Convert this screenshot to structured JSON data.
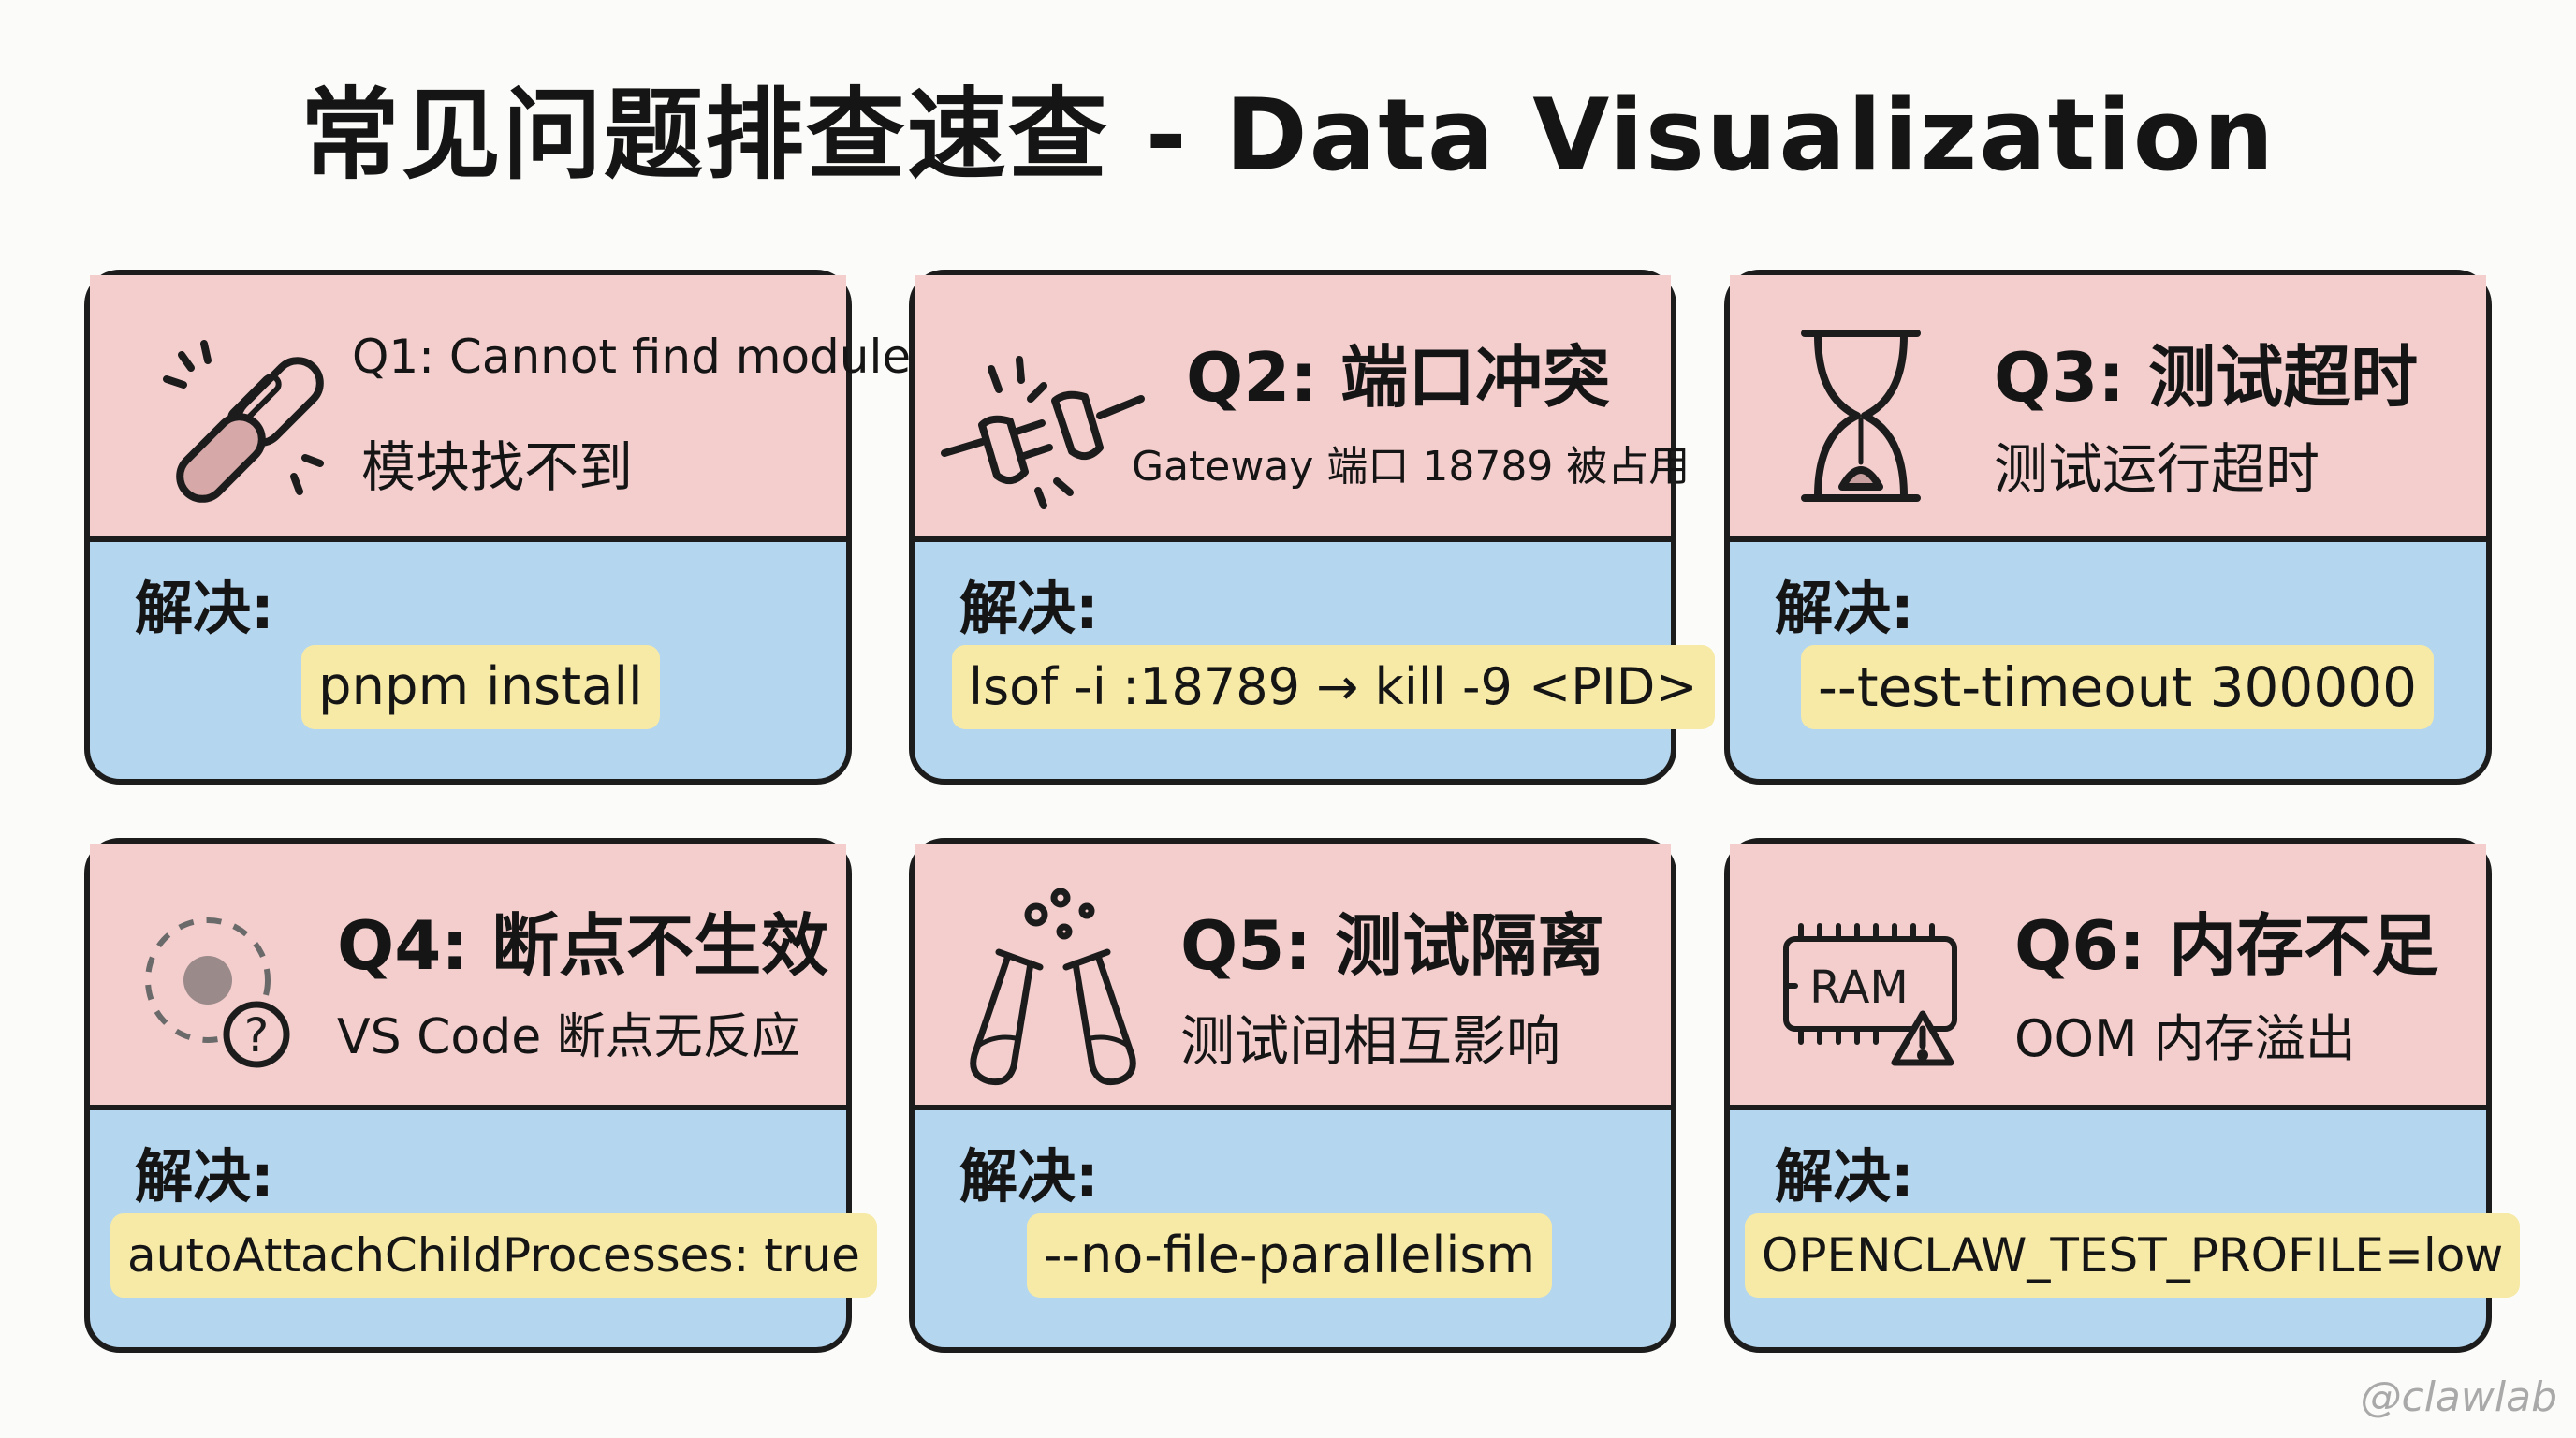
{
  "title": "常见问题排查速查 - Data Visualization",
  "solve_label": "解决:",
  "watermark": "@clawlab",
  "cards": [
    {
      "title": "Q1: Cannot find module",
      "subtitle": "模块找不到",
      "command": "pnpm install",
      "icon": "broken-link-icon"
    },
    {
      "title": "Q2: 端口冲突",
      "subtitle": "Gateway 端口 18789 被占用",
      "command": "lsof -i :18789 → kill -9 <PID>",
      "icon": "unplugged-plug-icon"
    },
    {
      "title": "Q3: 测试超时",
      "subtitle": "测试运行超时",
      "command": "--test-timeout 300000",
      "icon": "hourglass-icon"
    },
    {
      "title": "Q4: 断点不生效",
      "subtitle": "VS Code 断点无反应",
      "command": "autoAttachChildProcesses: true",
      "icon": "breakpoint-question-icon"
    },
    {
      "title": "Q5: 测试隔离",
      "subtitle": "测试间相互影响",
      "command": "--no-file-parallelism",
      "icon": "test-tubes-icon"
    },
    {
      "title": "Q6: 内存不足",
      "subtitle": "OOM 内存溢出",
      "command": "OPENCLAW_TEST_PROFILE=low",
      "icon": "ram-warning-icon"
    }
  ]
}
